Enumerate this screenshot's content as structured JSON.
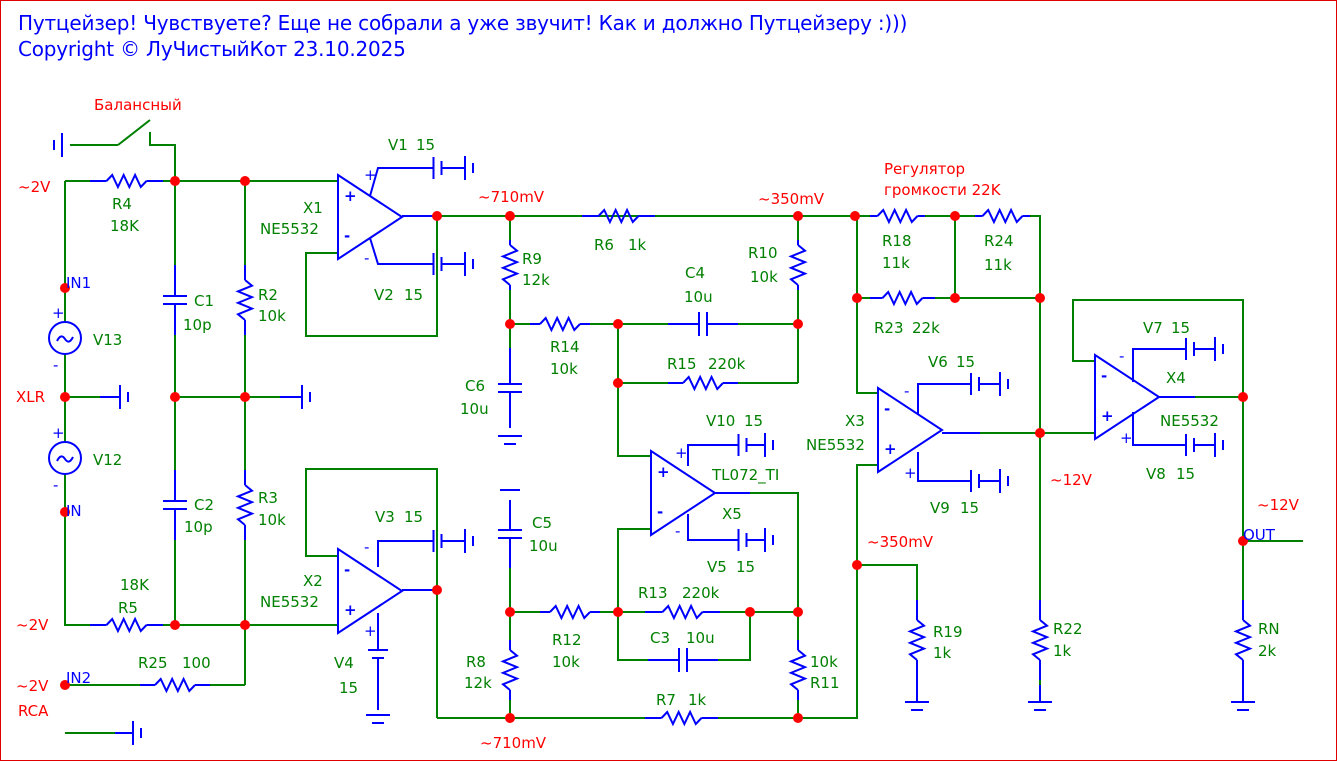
{
  "header": {
    "title": "Путцейзер! Чувствуете? Еще не собрали а уже звучит! Как и должно Путцейзеру :)))",
    "copyright": "Copyright © ЛуЧистыйКот 23.10.2025"
  },
  "colors": {
    "wire": "#008000",
    "component": "#0000ff",
    "node": "#ff0000",
    "annotation": "#ff0000",
    "component_label": "#008000",
    "net_label": "#0000ff",
    "frame": "#e00000"
  },
  "annotations": {
    "switch": "Балансный",
    "v_r4": "~2V",
    "xlr": "XLR",
    "v_r5": "~2V",
    "v_in2": "~2V",
    "rca": "RCA",
    "v_x1_out": "~710mV",
    "v_r10": "~350mV",
    "volume_line1": "Регулятор",
    "volume_line2": "громкости 22K",
    "v_r19": "~350mV",
    "v_x3_out": "~12V",
    "v_out": "~12V",
    "v_bottom": "~710mV"
  },
  "net_labels": {
    "in1": "IN1",
    "in": "IN",
    "in2": "IN2",
    "out": "OUT"
  },
  "components": {
    "R4": {
      "name": "R4",
      "value": "18K"
    },
    "R5": {
      "name": "R5",
      "value": "18K"
    },
    "R2": {
      "name": "R2",
      "value": "10k"
    },
    "R3": {
      "name": "R3",
      "value": "10k"
    },
    "C1": {
      "name": "C1",
      "value": "10p"
    },
    "C2": {
      "name": "C2",
      "value": "10p"
    },
    "V13": {
      "name": "V13"
    },
    "V12": {
      "name": "V12"
    },
    "R25": {
      "name": "R25",
      "value": "100"
    },
    "X1": {
      "name": "X1",
      "value": "NE5532"
    },
    "X2": {
      "name": "X2",
      "value": "NE5532"
    },
    "X3": {
      "name": "X3",
      "value": "NE5532"
    },
    "X4": {
      "name": "X4",
      "value": "NE5532"
    },
    "X5": {
      "name": "X5",
      "value": "TL072_TI"
    },
    "V1": {
      "name": "V1",
      "value": "15"
    },
    "V2": {
      "name": "V2",
      "value": "15"
    },
    "V3": {
      "name": "V3",
      "value": "15"
    },
    "V4": {
      "name": "V4",
      "value": "15"
    },
    "V5": {
      "name": "V5",
      "value": "15"
    },
    "V6": {
      "name": "V6",
      "value": "15"
    },
    "V7": {
      "name": "V7",
      "value": "15"
    },
    "V8": {
      "name": "V8",
      "value": "15"
    },
    "V9": {
      "name": "V9",
      "value": "15"
    },
    "V10": {
      "name": "V10",
      "value": "15"
    },
    "R6": {
      "name": "R6",
      "value": "1k"
    },
    "R7": {
      "name": "R7",
      "value": "1k"
    },
    "R9": {
      "name": "R9",
      "value": "12k"
    },
    "R8": {
      "name": "R8",
      "value": "12k"
    },
    "R10": {
      "name": "R10",
      "value": "10k"
    },
    "R11": {
      "name": "R11",
      "value": "10k"
    },
    "R14": {
      "name": "R14",
      "value": "10k"
    },
    "R12": {
      "name": "R12",
      "value": "10k"
    },
    "R15": {
      "name": "R15",
      "value": "220k"
    },
    "R13": {
      "name": "R13",
      "value": "220k"
    },
    "C4": {
      "name": "C4",
      "value": "10u"
    },
    "C3": {
      "name": "C3",
      "value": "10u"
    },
    "C6": {
      "name": "C6",
      "value": "10u"
    },
    "C5": {
      "name": "C5",
      "value": "10u"
    },
    "R18": {
      "name": "R18",
      "value": "11k"
    },
    "R24": {
      "name": "R24",
      "value": "11k"
    },
    "R23": {
      "name": "R23",
      "value": "22k"
    },
    "R19": {
      "name": "R19",
      "value": "1k"
    },
    "R22": {
      "name": "R22",
      "value": "1k"
    },
    "RN": {
      "name": "RN",
      "value": "2k"
    }
  }
}
